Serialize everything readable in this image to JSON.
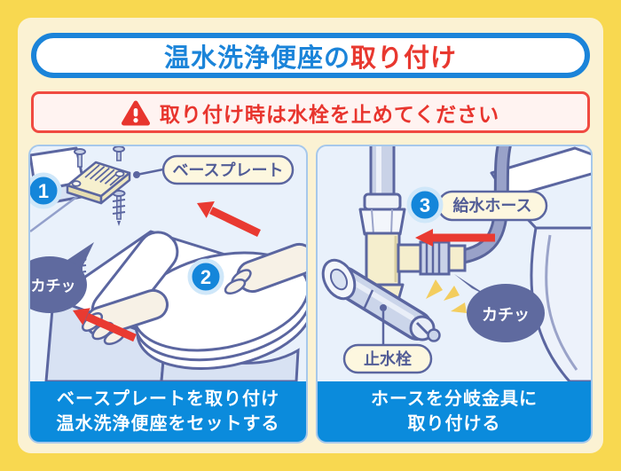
{
  "title": {
    "part1": "温水洗浄便座の",
    "part2": "取り付け"
  },
  "warning": {
    "icon": "warning-triangle-icon",
    "text": "取り付け時は水栓を止めてください"
  },
  "panels": {
    "left": {
      "step_badges": [
        "1",
        "2"
      ],
      "labels": {
        "base_plate": "ベースプレート",
        "click_sound": "カチッ"
      },
      "caption_line1": "ベースプレートを取り付け",
      "caption_line2": "温水洗浄便座をセットする"
    },
    "right": {
      "step_badge": "3",
      "labels": {
        "supply_hose": "給水ホース",
        "stop_valve": "止水栓",
        "click_sound": "カチッ"
      },
      "caption_line1": "ホースを分岐金具に",
      "caption_line2": "取り付ける"
    }
  },
  "colors": {
    "frame_yellow": "#F8D850",
    "frame_cream": "#FBF2D3",
    "accent_blue": "#1B84D9",
    "accent_red": "#E8382F",
    "caption_blue": "#0B8BDC",
    "panel_bg": "#E9F1FB",
    "panel_border": "#A6C8EB",
    "outline_slate": "#5B66A0",
    "bubble_slate": "#5F6A9F",
    "callout_cream": "#FDF7DF",
    "badge_blue": "#1486DA",
    "plate_cream": "#F5EECD",
    "click_yellow": "#F3CD5E"
  }
}
